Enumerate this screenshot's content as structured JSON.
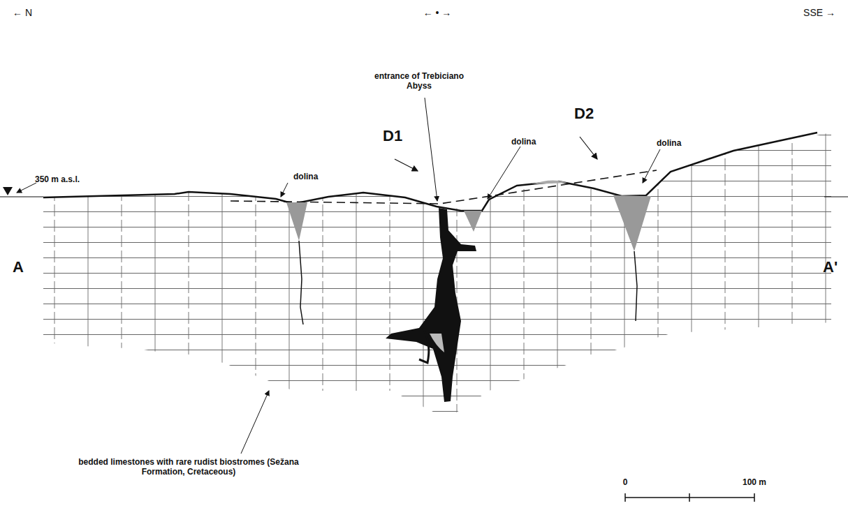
{
  "diagram": {
    "labels": [
      "← N",
      "← • →",
      "SSE →",
      "entrance of Trebiciano Abyss",
      "D1",
      "dolina",
      "dolina",
      "D2",
      "dolina",
      "350 m a.s.l.",
      "A",
      "A'",
      "bedded limestones with rare rudist biostromes (Sežana Formation, Cretaceous)",
      "0",
      "100 m"
    ]
  }
}
